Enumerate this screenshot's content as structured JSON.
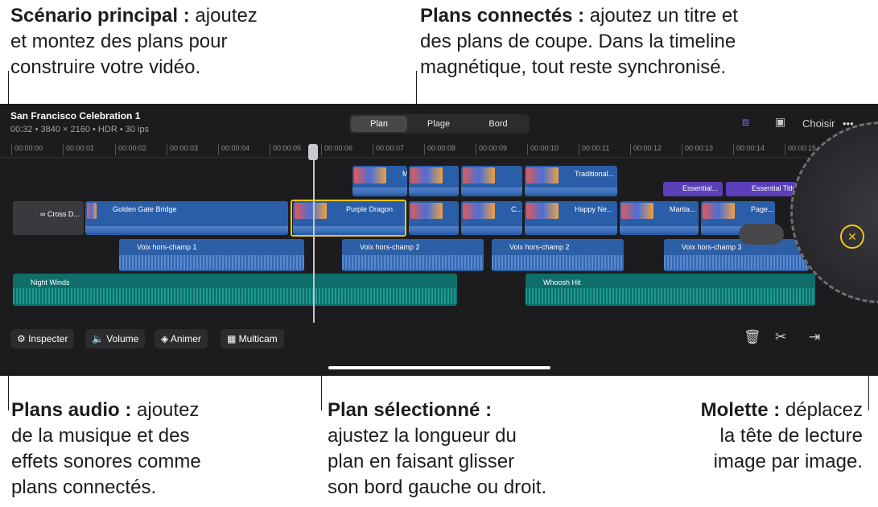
{
  "callouts": {
    "main": {
      "title": "Scénario principal :",
      "l1": " ajoutez",
      "l2": "et montez des plans pour",
      "l3": "construire votre vidéo."
    },
    "connected": {
      "title": "Plans connectés :",
      "l1": " ajoutez un titre et",
      "l2": "des plans de coupe. Dans la timeline",
      "l3": "magnétique, tout reste synchronisé."
    },
    "audio": {
      "title": "Plans audio :",
      "l1": " ajoutez",
      "l2": "de la musique et des",
      "l3": "effets sonores comme",
      "l4": "plans connectés."
    },
    "selected": {
      "title": "Plan sélectionné :",
      "l2": "ajustez la longueur du",
      "l3": "plan en faisant glisser",
      "l4": "son bord gauche ou droit."
    },
    "dial": {
      "title": "Molette :",
      "l1": " déplacez",
      "l2": "la tête de lecture",
      "l3": "image par image."
    }
  },
  "project": {
    "title": "San Francisco Celebration 1",
    "meta": "00:32 • 3840 × 2160 • HDR • 30 ips"
  },
  "segments": [
    "Plan",
    "Plage",
    "Bord"
  ],
  "choose_label": "Choisir",
  "more_icon": "•••",
  "ticks": [
    "00:00:00",
    "00:00:01",
    "00:00:02",
    "00:00:03",
    "00:00:04",
    "00:00:05",
    "00:00:06",
    "00:00:07",
    "00:00:08",
    "00:00:09",
    "00:00:10",
    "00:00:11",
    "00:00:12",
    "00:00:13",
    "00:00:14",
    "00:00:15"
  ],
  "connected_clips": {
    "c1": "M",
    "c4": "Traditional...",
    "t1": "Essential...",
    "t2": "Essential Title"
  },
  "primary": {
    "transition": "∞ Cross D...",
    "golden": "Golden Gate Bridge",
    "purple": "Purple Dragon",
    "c": "C...",
    "happy": "Happy Ne...",
    "martia": "Martia...",
    "page": "Page..."
  },
  "voice": [
    "Voix hors-champ 1",
    "Voix hors-champ 2",
    "Voix hors-champ 2",
    "Voix hors-champ 3"
  ],
  "music": [
    "Night Winds",
    "Whoosh Hit"
  ],
  "toolbar": {
    "inspect": "Inspecter",
    "volume": "Volume",
    "animate": "Animer",
    "multicam": "Multicam"
  }
}
